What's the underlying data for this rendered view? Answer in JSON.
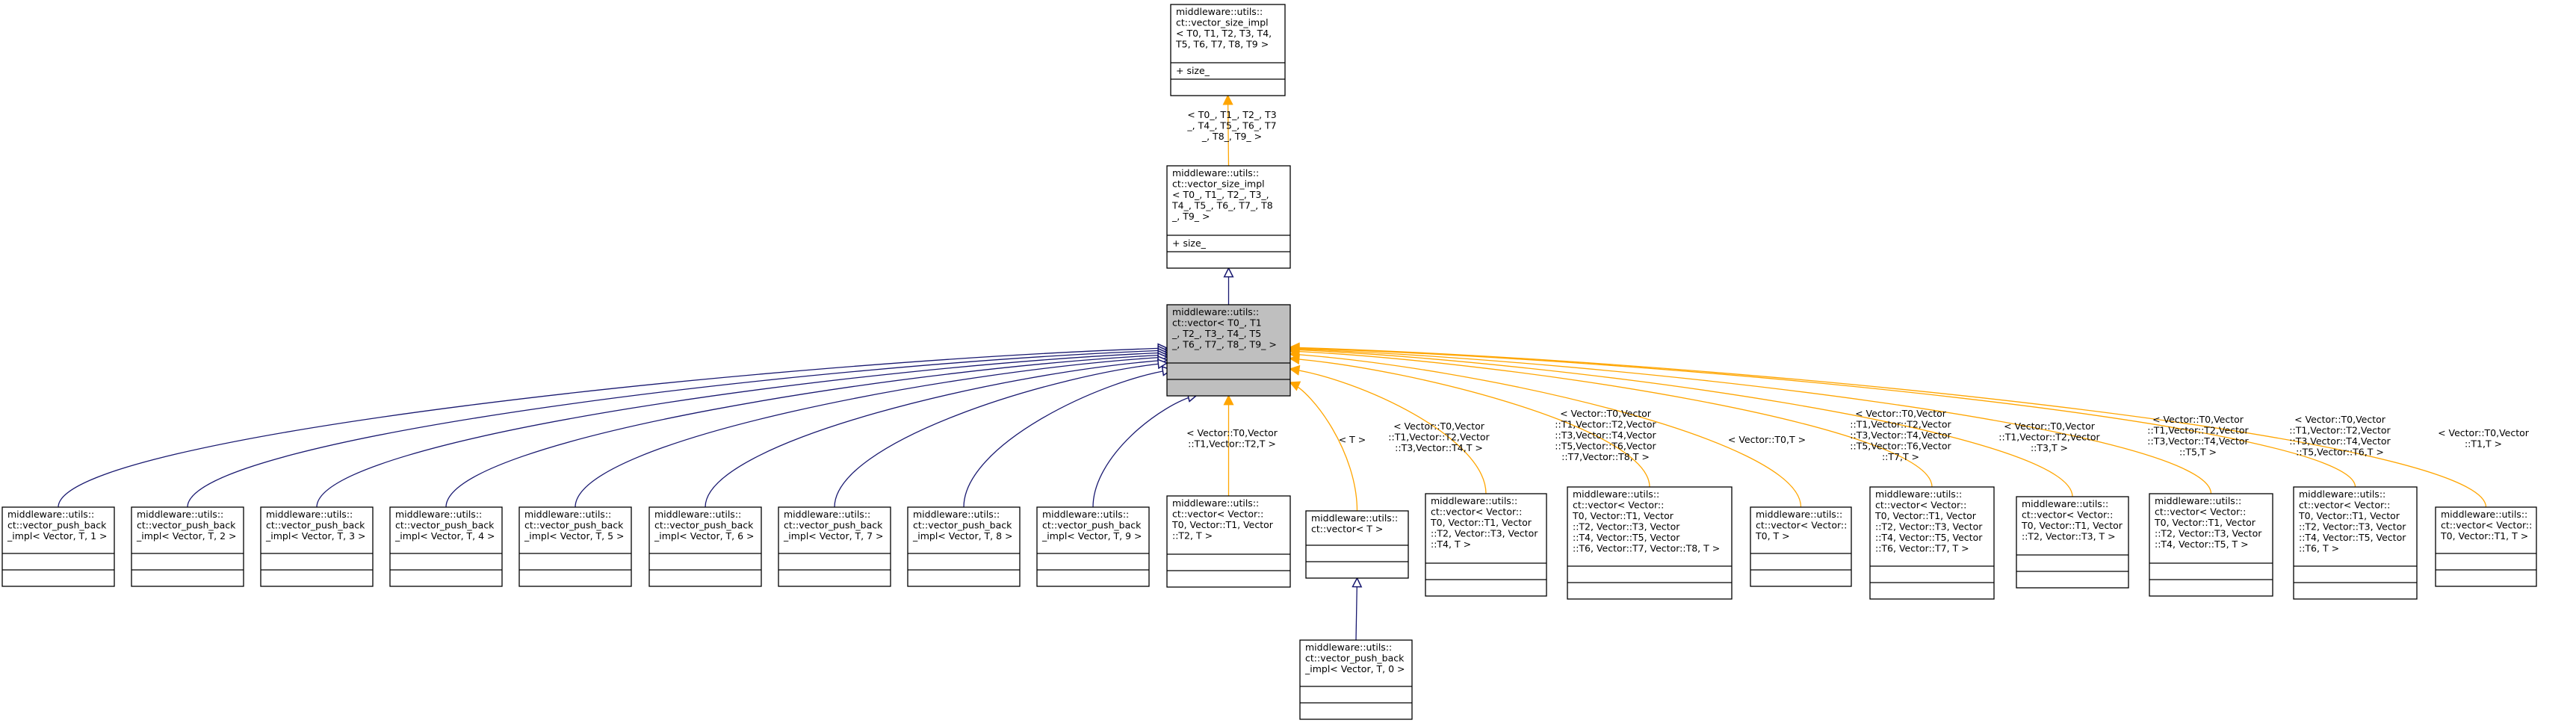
{
  "colors": {
    "inherit": "#191970",
    "template": "#ffa500",
    "highlight": "#bfbfbf"
  },
  "nodes": [
    {
      "id": "n_top",
      "lines": [
        "middleware::utils::",
        "ct::vector_size_impl",
        "< T0, T1, T2, T3, T4,",
        "T5, T6, T7, T8, T9 >"
      ],
      "members": [
        "+ size_"
      ]
    },
    {
      "id": "n_mid",
      "lines": [
        "middleware::utils::",
        "ct::vector_size_impl",
        "< T0_, T1_, T2_, T3_,",
        "T4_, T5_, T6_, T7_, T8",
        "_, T9_ >"
      ],
      "members": [
        "+ size_"
      ]
    },
    {
      "id": "n_vec",
      "lines": [
        "middleware::utils::",
        "ct::vector< T0_, T1",
        "_, T2_, T3_, T4_, T5",
        "_, T6_, T7_, T8_, T9_ >"
      ],
      "members": []
    },
    {
      "id": "n_pb1",
      "lines": [
        "middleware::utils::",
        "ct::vector_push_back",
        "_impl< Vector, T, 1 >"
      ],
      "members": []
    },
    {
      "id": "n_pb2",
      "lines": [
        "middleware::utils::",
        "ct::vector_push_back",
        "_impl< Vector, T, 2 >"
      ],
      "members": []
    },
    {
      "id": "n_pb3",
      "lines": [
        "middleware::utils::",
        "ct::vector_push_back",
        "_impl< Vector, T, 3 >"
      ],
      "members": []
    },
    {
      "id": "n_pb4",
      "lines": [
        "middleware::utils::",
        "ct::vector_push_back",
        "_impl< Vector, T, 4 >"
      ],
      "members": []
    },
    {
      "id": "n_pb5",
      "lines": [
        "middleware::utils::",
        "ct::vector_push_back",
        "_impl< Vector, T, 5 >"
      ],
      "members": []
    },
    {
      "id": "n_pb6",
      "lines": [
        "middleware::utils::",
        "ct::vector_push_back",
        "_impl< Vector, T, 6 >"
      ],
      "members": []
    },
    {
      "id": "n_pb7",
      "lines": [
        "middleware::utils::",
        "ct::vector_push_back",
        "_impl< Vector, T, 7 >"
      ],
      "members": []
    },
    {
      "id": "n_pb8",
      "lines": [
        "middleware::utils::",
        "ct::vector_push_back",
        "_impl< Vector, T, 8 >"
      ],
      "members": []
    },
    {
      "id": "n_pb9",
      "lines": [
        "middleware::utils::",
        "ct::vector_push_back",
        "_impl< Vector, T, 9 >"
      ],
      "members": []
    },
    {
      "id": "n_v012",
      "lines": [
        "middleware::utils::",
        "ct::vector< Vector::",
        "T0, Vector::T1, Vector",
        "::T2, T >"
      ],
      "members": []
    },
    {
      "id": "n_vT",
      "lines": [
        "middleware::utils::",
        "ct::vector< T >"
      ],
      "members": []
    },
    {
      "id": "n_pb0",
      "lines": [
        "middleware::utils::",
        "ct::vector_push_back",
        "_impl< Vector, T, 0 >"
      ],
      "members": []
    },
    {
      "id": "n_v0123",
      "lines": [
        "middleware::utils::",
        "ct::vector< Vector::",
        "T0, Vector::T1, Vector",
        "::T2, Vector::T3, Vector",
        "::T4, T >"
      ],
      "members": []
    },
    {
      "id": "n_v0to8",
      "lines": [
        "middleware::utils::",
        "ct::vector< Vector::",
        "T0, Vector::T1, Vector",
        "::T2, Vector::T3, Vector",
        "::T4, Vector::T5, Vector",
        "::T6, Vector::T7, Vector::T8, T >"
      ],
      "members": []
    },
    {
      "id": "n_v0",
      "lines": [
        "middleware::utils::",
        "ct::vector< Vector::",
        "T0, T >"
      ],
      "members": []
    },
    {
      "id": "n_v0to7",
      "lines": [
        "middleware::utils::",
        "ct::vector< Vector::",
        "T0, Vector::T1, Vector",
        "::T2, Vector::T3, Vector",
        "::T4, Vector::T5, Vector",
        "::T6, Vector::T7, T >"
      ],
      "members": []
    },
    {
      "id": "n_v0123b",
      "lines": [
        "middleware::utils::",
        "ct::vector< Vector::",
        "T0, Vector::T1, Vector",
        "::T2, Vector::T3, T >"
      ],
      "members": []
    },
    {
      "id": "n_v0to5",
      "lines": [
        "middleware::utils::",
        "ct::vector< Vector::",
        "T0, Vector::T1, Vector",
        "::T2, Vector::T3, Vector",
        "::T4, Vector::T5, T >"
      ],
      "members": []
    },
    {
      "id": "n_v0to6",
      "lines": [
        "middleware::utils::",
        "ct::vector< Vector::",
        "T0, Vector::T1, Vector",
        "::T2, Vector::T3, Vector",
        "::T4, Vector::T5, Vector",
        "::T6, T >"
      ],
      "members": []
    },
    {
      "id": "n_v01",
      "lines": [
        "middleware::utils::",
        "ct::vector< Vector::",
        "T0, Vector::T1, T >"
      ],
      "members": []
    }
  ],
  "edge_labels": [
    {
      "id": "l_top",
      "lines": [
        "< T0_, T1_, T2_, T3",
        "_, T4_, T5_, T6_, T7",
        "_, T8_, T9_ >"
      ]
    },
    {
      "id": "l_v012",
      "lines": [
        "< Vector::T0,Vector",
        "::T1,Vector::T2,T >"
      ]
    },
    {
      "id": "l_vT",
      "lines": [
        "< T >"
      ]
    },
    {
      "id": "l_v0123",
      "lines": [
        "< Vector::T0,Vector",
        "::T1,Vector::T2,Vector",
        "::T3,Vector::T4,T >"
      ]
    },
    {
      "id": "l_v0to8",
      "lines": [
        "< Vector::T0,Vector",
        "::T1,Vector::T2,Vector",
        "::T3,Vector::T4,Vector",
        "::T5,Vector::T6,Vector",
        "::T7,Vector::T8,T >"
      ]
    },
    {
      "id": "l_v0",
      "lines": [
        "< Vector::T0,T >"
      ]
    },
    {
      "id": "l_v0to7",
      "lines": [
        "< Vector::T0,Vector",
        "::T1,Vector::T2,Vector",
        "::T3,Vector::T4,Vector",
        "::T5,Vector::T6,Vector",
        "::T7,T >"
      ]
    },
    {
      "id": "l_v0123b",
      "lines": [
        "< Vector::T0,Vector",
        "::T1,Vector::T2,Vector",
        "::T3,T >"
      ]
    },
    {
      "id": "l_v0to5",
      "lines": [
        "< Vector::T0,Vector",
        "::T1,Vector::T2,Vector",
        "::T3,Vector::T4,Vector",
        "::T5,T >"
      ]
    },
    {
      "id": "l_v0to6",
      "lines": [
        "< Vector::T0,Vector",
        "::T1,Vector::T2,Vector",
        "::T3,Vector::T4,Vector",
        "::T5,Vector::T6,T >"
      ]
    },
    {
      "id": "l_v01",
      "lines": [
        "< Vector::T0,Vector",
        "::T1,T >"
      ]
    }
  ]
}
